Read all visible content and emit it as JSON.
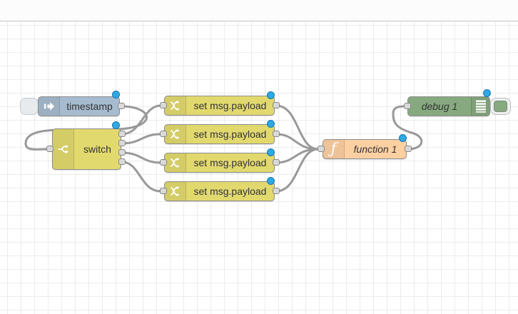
{
  "app": {
    "name": "Node-RED flow editor workspace"
  },
  "colors": {
    "inject_node": "#a6bbcf",
    "switch_node": "#e2d96e",
    "change_node": "#e2d96e",
    "function_node": "#fdd0a2",
    "debug_node": "#87a980",
    "wire": "#999999",
    "port": "#d9d9d9",
    "modified_dot": "#31a8e0",
    "grid_line": "#ececec",
    "canvas_bg": "#ffffff"
  },
  "flow": {
    "inject": {
      "label": "timestamp",
      "icon": "inject-arrow-icon",
      "modified": true
    },
    "switch": {
      "label": "switch",
      "icon": "fork-arrows-icon",
      "outputs": 4,
      "modified": true
    },
    "changes": [
      {
        "label": "set msg.payload",
        "icon": "shuffle-arrows-icon",
        "modified": true
      },
      {
        "label": "set msg.payload",
        "icon": "shuffle-arrows-icon",
        "modified": true
      },
      {
        "label": "set msg.payload",
        "icon": "shuffle-arrows-icon",
        "modified": true
      },
      {
        "label": "set msg.payload",
        "icon": "shuffle-arrows-icon",
        "modified": true
      }
    ],
    "function": {
      "label": "function 1",
      "icon": "function-f-icon",
      "icon_glyph": "ƒ",
      "modified": true
    },
    "debug": {
      "label": "debug 1",
      "icon": "list-lines-icon",
      "modified": true
    },
    "connections": [
      {
        "from": "timestamp",
        "to": "switch"
      },
      {
        "from": "switch output 1",
        "to": "set msg.payload 1"
      },
      {
        "from": "switch output 2",
        "to": "set msg.payload 2"
      },
      {
        "from": "switch output 3",
        "to": "set msg.payload 3"
      },
      {
        "from": "switch output 4",
        "to": "set msg.payload 4"
      },
      {
        "from": "set msg.payload 1",
        "to": "function 1"
      },
      {
        "from": "set msg.payload 2",
        "to": "function 1"
      },
      {
        "from": "set msg.payload 3",
        "to": "function 1"
      },
      {
        "from": "set msg.payload 4",
        "to": "function 1"
      },
      {
        "from": "function 1",
        "to": "debug 1"
      }
    ]
  }
}
